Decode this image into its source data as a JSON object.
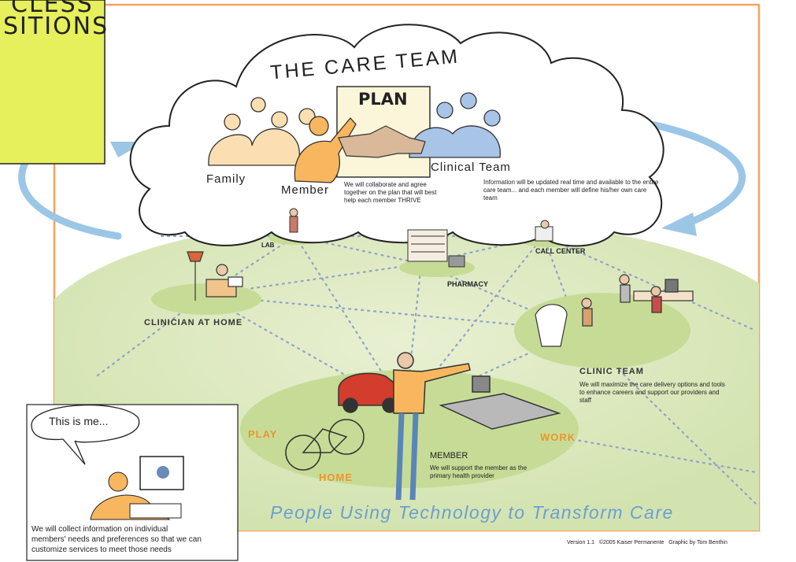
{
  "sticky_note": {
    "line1": "CLESS",
    "line2": "SITIONS"
  },
  "cloud": {
    "title": "THE CARE TEAM",
    "plan": "PLAN"
  },
  "people": {
    "family": "Family",
    "member": "Member",
    "clinical_team": "Clinical Team"
  },
  "plan_text": "We will collaborate and agree together on the plan that will best help each member THRIVE",
  "info_text": "Information will be updated real time and available to the entire care team... and each member will define his/her own care team",
  "places": {
    "lab": "LAB",
    "call_center": "CALL CENTER",
    "pharmacy": "PHARMACY",
    "clinician_at_home": "CLINICIAN AT HOME",
    "clinic_team": "CLINIC TEAM",
    "play": "PLAY",
    "home": "HOME",
    "work": "WORK",
    "member": "MEMBER"
  },
  "clinic_text": "We will maximize the care delivery options and tools to enhance careers and support our providers and staff",
  "member_text": "We will support the member as the primary health provider",
  "tagline": "People Using Technology to Transform Care",
  "inset": {
    "bubble": "This is me...",
    "caption_line1": "We will collect information on individual",
    "caption_line2": "members' needs and preferences so that we can",
    "caption_line3": "customize services to meet those needs"
  },
  "credits": "Version 1.1   ©2005 Kaiser Permanente   Graphic by Tom Benthin",
  "colors": {
    "frame": "#f5a45d",
    "cloud_fill": "#ffffff",
    "ground": "#dde9c2",
    "tagline": "#6a9fd0",
    "arrow": "#9cc6e6",
    "sticky": "#e6ef5c",
    "orange": "#f0932b"
  }
}
